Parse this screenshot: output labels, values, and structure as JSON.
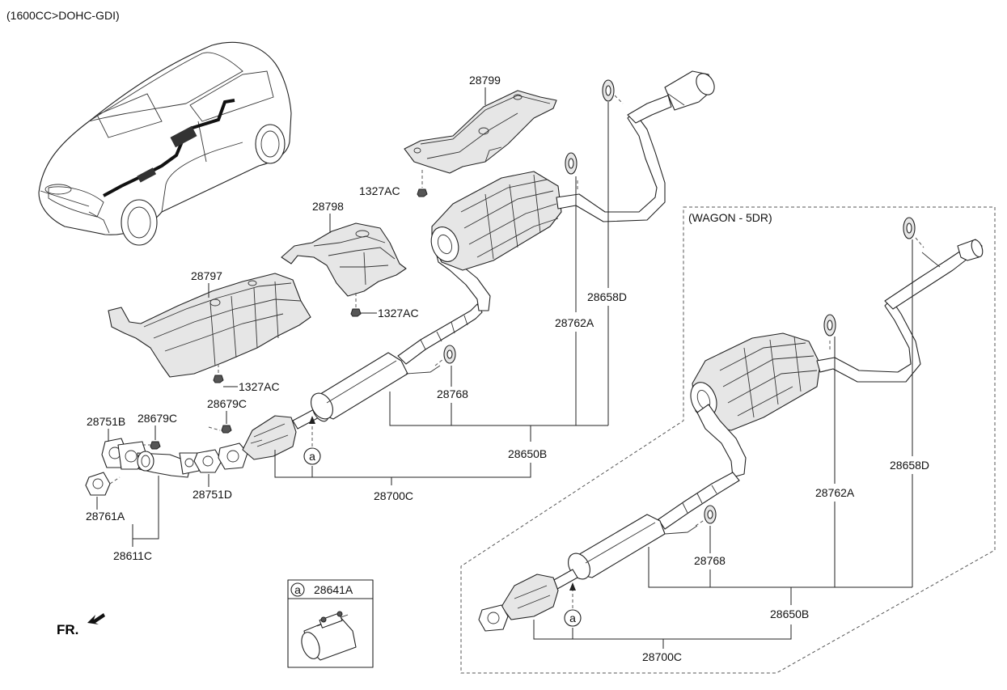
{
  "header": {
    "engine": "(1600CC>DOHC-GDI)"
  },
  "wagon_box": {
    "title": "(WAGON - 5DR)"
  },
  "front_indicator": {
    "label": "FR."
  },
  "callout_box": {
    "marker": "a",
    "part": "28641A"
  },
  "labels": {
    "p28799": "28799",
    "p1327ac_top": "1327AC",
    "p28798": "28798",
    "p1327ac_mid": "1327AC",
    "p28797": "28797",
    "p1327ac_low": "1327AC",
    "p28679c_a": "28679C",
    "p28679c_b": "28679C",
    "p28751b": "28751B",
    "p28761a": "28761A",
    "p28611c": "28611C",
    "p28751d": "28751D",
    "p28700c": "28700C",
    "p28650b": "28650B",
    "p28768": "28768",
    "p28762a": "28762A",
    "p28658d": "28658D",
    "marker_a": "a",
    "w28658d": "28658D",
    "w28762a": "28762A",
    "w28768": "28768",
    "w28650b": "28650B",
    "w28700c": "28700C",
    "w_marker_a": "a"
  }
}
